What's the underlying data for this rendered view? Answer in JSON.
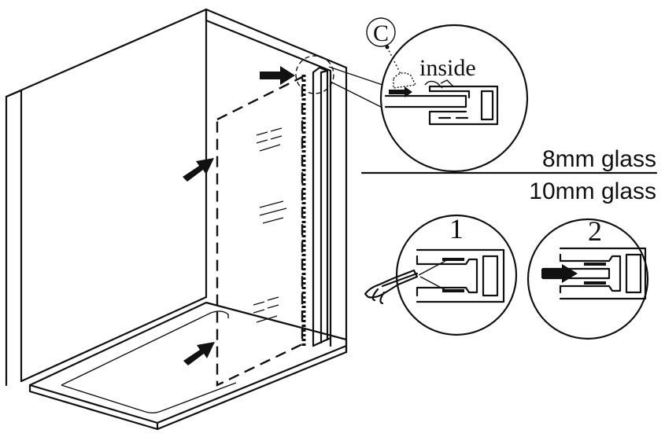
{
  "labels": {
    "detail_marker": "C",
    "inside": "inside",
    "glass_8mm": "8mm glass",
    "glass_10mm": "10mm glass",
    "step_1": "1",
    "step_2": "2"
  },
  "colors": {
    "line": "#111111",
    "background": "#ffffff"
  }
}
